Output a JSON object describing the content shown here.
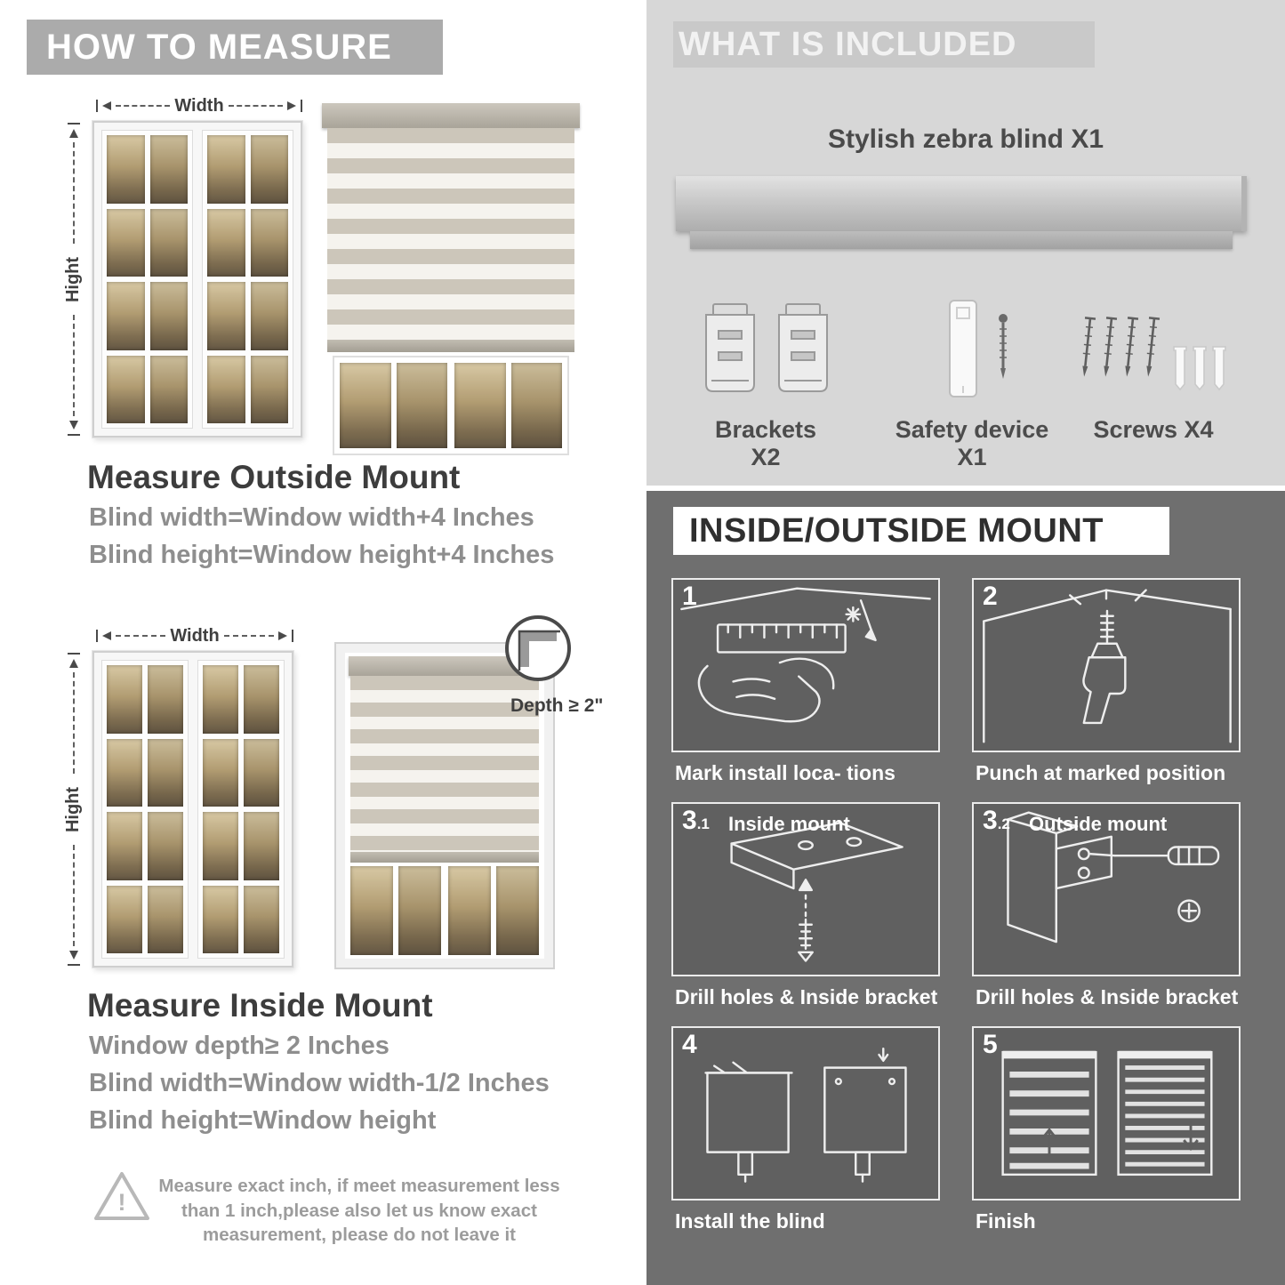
{
  "left": {
    "header": "HOW TO MEASURE",
    "outside": {
      "width_label": "Width",
      "height_label": "Hight",
      "heading": "Measure Outside Mount",
      "lines": [
        "Blind width=Window width+4 Inches",
        "Blind height=Window height+4 Inches"
      ]
    },
    "inside": {
      "width_label": "Width",
      "height_label": "Hight",
      "depth_label": "Depth ≥ 2\"",
      "heading": "Measure Inside Mount",
      "lines": [
        "Window depth≥ 2 Inches",
        "Blind width=Window width-1/2 Inches",
        "Blind height=Window height"
      ]
    },
    "warning_icon": "!",
    "warning_text": "Measure exact inch, if meet measurement less than 1 inch,please also let us know exact measurement, please do not leave it"
  },
  "included": {
    "header": "WHAT IS INCLUDED",
    "product_label": "Stylish zebra blind X1",
    "items": [
      {
        "label": "Brackets X2",
        "icon": "brackets-icon"
      },
      {
        "label": "Safety device X1",
        "icon": "safety-device-icon"
      },
      {
        "label": "Screws X4",
        "icon": "screws-icon"
      }
    ]
  },
  "mount": {
    "header": "INSIDE/OUTSIDE MOUNT",
    "steps": [
      {
        "num": "1",
        "sub": "",
        "title": "",
        "caption": "Mark install loca- tions"
      },
      {
        "num": "2",
        "sub": "",
        "title": "",
        "caption": "Punch at  marked position"
      },
      {
        "num": "3",
        "sub": ".1",
        "title": "Inside mount",
        "caption": "Drill holes &  Inside bracket"
      },
      {
        "num": "3",
        "sub": ".2",
        "title": "Outside mount",
        "caption": "Drill holes &  Inside bracket"
      },
      {
        "num": "4",
        "sub": "",
        "title": "",
        "caption": "Install the blind"
      },
      {
        "num": "5",
        "sub": "",
        "title": "",
        "caption": "Finish"
      }
    ]
  },
  "colors": {
    "banner_gray": "#ababab",
    "light_section": "#d7d7d7",
    "dark_section": "#6f6f6f",
    "heading_dark": "#3d3d3d",
    "body_gray": "#8e8e8e"
  }
}
